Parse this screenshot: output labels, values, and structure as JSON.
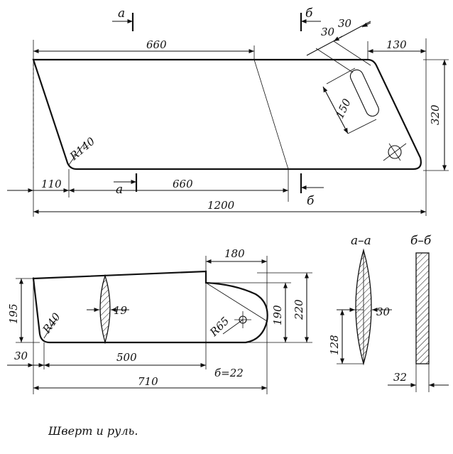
{
  "section_marks": {
    "a_top": "a",
    "b_top": "б",
    "a_bottom": "a",
    "b_bottom": "б"
  },
  "centerboard": {
    "dims": {
      "d660_top": "660",
      "d30a": "30",
      "d30b": "30",
      "d130": "130",
      "d150": "150",
      "d320": "320",
      "r140": "R140",
      "d110": "110",
      "d660_bottom": "660",
      "d1200": "1200"
    }
  },
  "rudder": {
    "dims": {
      "d180": "180",
      "d195": "195",
      "r40": "R40",
      "d19": "19",
      "r65": "R65",
      "d190": "190",
      "d220": "220",
      "d30": "30",
      "d500": "500",
      "b22": "б=22",
      "d710": "710"
    }
  },
  "sections": {
    "aa": {
      "title": "а–а",
      "d30": "30",
      "d128": "128"
    },
    "bb": {
      "title": "б–б",
      "d32": "32"
    }
  },
  "caption": "Шверт и руль."
}
